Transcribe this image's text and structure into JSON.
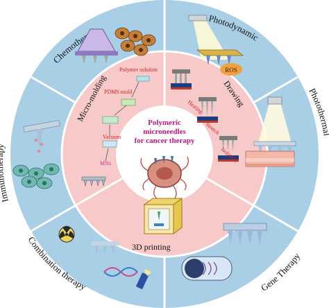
{
  "center": {
    "line1": "Polymeric",
    "line2": "microneedles",
    "line3": "for cancer therapy"
  },
  "therapies": {
    "chemotherapy": "Chemotherapy",
    "photodynamic": "Photodynamic",
    "photothermal": "Photothermal",
    "gene": "Gene Therapy",
    "combination": "Combination therapy",
    "immuno": "Immunotherapy"
  },
  "fabrication": {
    "micromolding": "Micro-molding",
    "drawing": "Drawing",
    "printing3d": "3D printing"
  },
  "micromolding_steps": {
    "polymer_solution": "Polymer solution",
    "pdms_mold": "PDMS mold",
    "vacuum": "Vacuum",
    "mns": "MNs"
  },
  "drawing_steps": {
    "heating": "Heating",
    "stretch": "Stretch",
    "isolation": "Isolation"
  },
  "labels": {
    "ros": "ROS"
  },
  "colors": {
    "outer_ring": "#a9cfe6",
    "inner_ring": "#f7c9c9",
    "divider": "#ffffff",
    "step_text": "#d81e1e",
    "mns_text": "#d62a8f",
    "center_text": "#c0167c"
  }
}
